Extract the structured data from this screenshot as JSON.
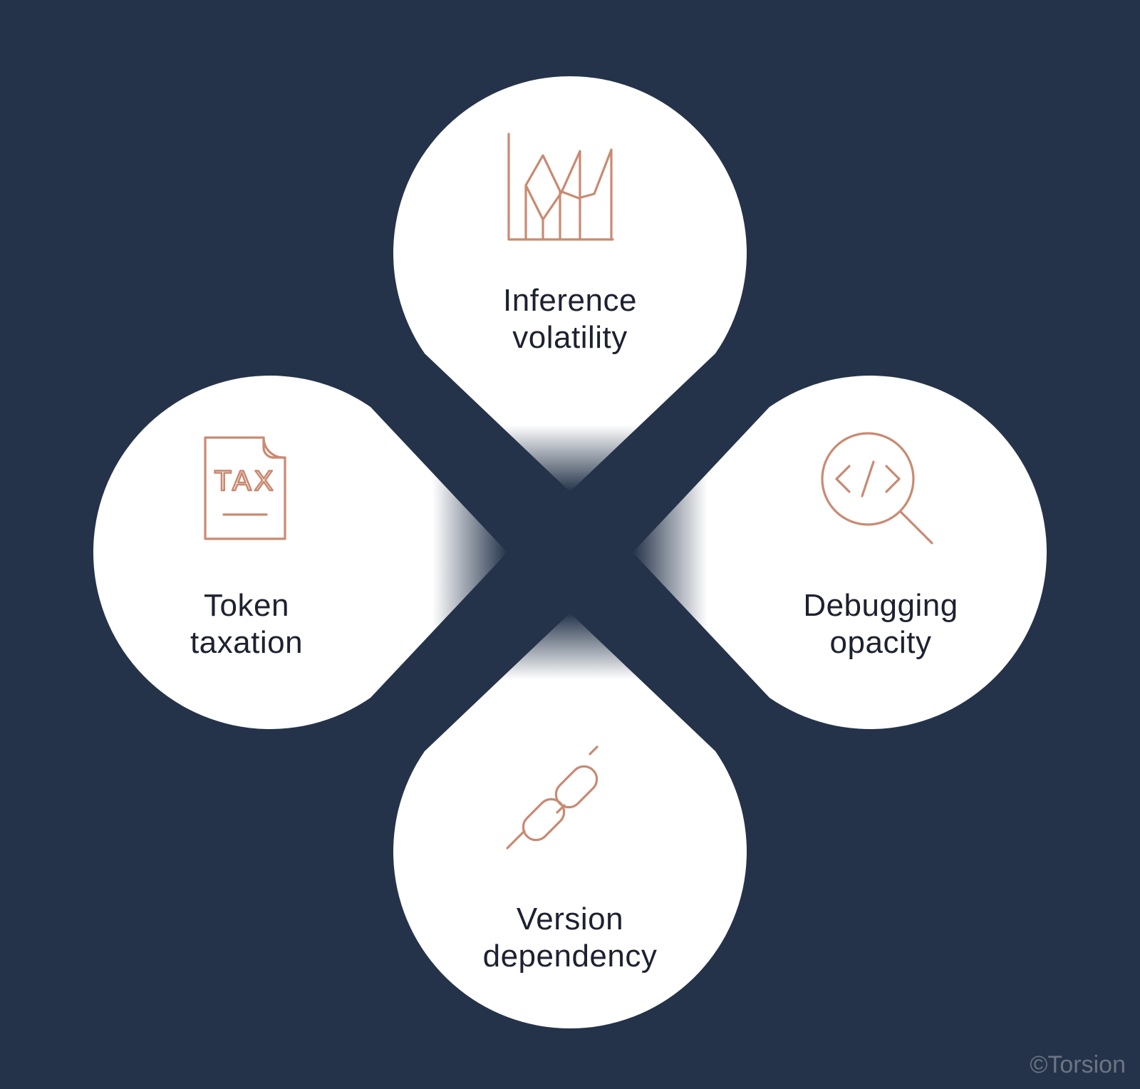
{
  "colors": {
    "background": "#24334a",
    "petal": "#ffffff",
    "icon_stroke": "#c98a72",
    "text": "#1d2130",
    "copyright": "#6c7482"
  },
  "petals": [
    {
      "id": "top",
      "icon": "volatility-chart-icon",
      "line1": "Inference",
      "line2": "volatility"
    },
    {
      "id": "left",
      "icon": "tax-document-icon",
      "line1": "Token",
      "line2": "taxation"
    },
    {
      "id": "right",
      "icon": "code-magnifier-icon",
      "line1": "Debugging",
      "line2": "opacity"
    },
    {
      "id": "bottom",
      "icon": "broken-chain-icon",
      "line1": "Version",
      "line2": "dependency"
    }
  ],
  "tax_icon_text": "TAX",
  "copyright": "©Torsion"
}
